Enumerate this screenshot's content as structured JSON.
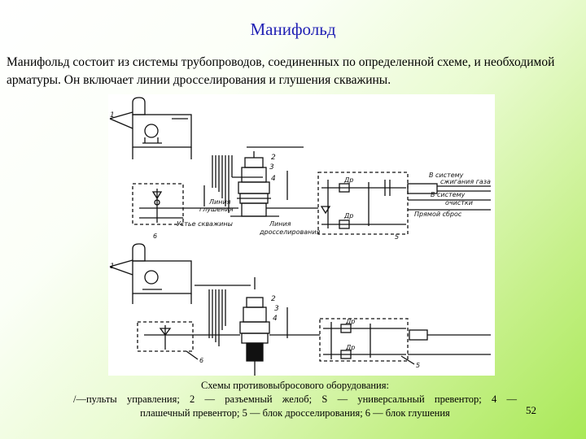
{
  "slide": {
    "title": "Манифольд",
    "intro": "Манифольд состоит из системы трубопроводов, соединенных по определенной схеме, и необходимой арматуры. Он включает линии дросселирования и глушения скважины.",
    "page_number": "52"
  },
  "diagram": {
    "labels": {
      "n1_top": "1",
      "n2": "2",
      "n3": "3",
      "n4": "4",
      "kill_line_1": "Линия",
      "kill_line_2": "глушения",
      "wellhead": "Устье скважины",
      "choke_line_1": "Линия",
      "choke_line_2": "дросселирования",
      "dr_upper": "Др",
      "dr_lower": "Др",
      "to_flare_1": "В систему",
      "to_flare_2": "сжигания газа",
      "to_clean_1": "В систему",
      "to_clean_2": "очистки",
      "direct_dump": "Прямой сброс",
      "n5_top": "5",
      "n6_top": "6",
      "n1_bot": "1",
      "n2_bot": "2",
      "n3_bot": "3",
      "n4_bot": "4",
      "dr_bot_upper": "Др",
      "dr_bot_lower": "Др",
      "n5_bot": "5",
      "n6_bot": "6"
    }
  },
  "caption": {
    "line1": "Схемы противовыбросового оборудования:",
    "line2": "/—пульты управления; 2 — разъемный желоб; S — универсальный превентор; 4 —",
    "line3": "плашечный превентор; 5 — блок дросселирования; 6 — блок глушения"
  }
}
